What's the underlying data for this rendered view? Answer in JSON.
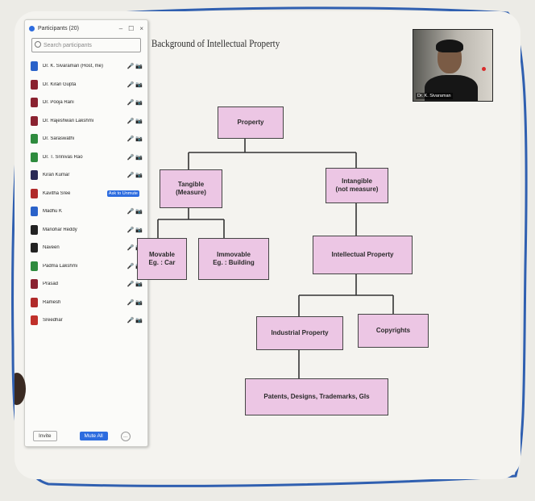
{
  "participants_panel": {
    "title": "Participants (20)",
    "search_placeholder": "Search participants",
    "rows": [
      {
        "name": "Dr. K. Sivaraman (Host, me)",
        "avatar_color": "#2a62c9",
        "icons": "🎤 📷"
      },
      {
        "name": "Dr. Kiran Gupta",
        "avatar_color": "#8a2230",
        "icons": "🎤 📷"
      },
      {
        "name": "Dr. Pooja Rani",
        "avatar_color": "#8a2230",
        "icons": "🎤 📷"
      },
      {
        "name": "Dr. Rajeshwari Lakshmi",
        "avatar_color": "#8a2230",
        "icons": "🎤 📷"
      },
      {
        "name": "Dr. Saraswathi",
        "avatar_color": "#2e8b3e",
        "icons": "🎤 📷"
      },
      {
        "name": "Dr. T. Srinivas Rao",
        "avatar_color": "#2e8b3e",
        "icons": "🎤 📷"
      },
      {
        "name": "Kiran Kumar",
        "avatar_color": "#2a2a55",
        "icons": "🎤 📷"
      },
      {
        "name": "Kavitha Sree",
        "avatar_color": "#b02a2a",
        "icons": "",
        "badge": "Ask to Unmute"
      },
      {
        "name": "Madhu K",
        "avatar_color": "#2a62c9",
        "icons": "🎤 📷"
      },
      {
        "name": "Manohar Reddy",
        "avatar_color": "#222222",
        "icons": "🎤 📷"
      },
      {
        "name": "Naveen",
        "avatar_color": "#222222",
        "icons": "🎤 📷"
      },
      {
        "name": "Padma Lakshmi",
        "avatar_color": "#2e8b3e",
        "icons": "🎤 📷"
      },
      {
        "name": "Prasad",
        "avatar_color": "#8a2230",
        "icons": "🎤 📷"
      },
      {
        "name": "Ramesh",
        "avatar_color": "#b02a2a",
        "icons": "🎤 📷"
      },
      {
        "name": "Sreedhar",
        "avatar_color": "#c0302a",
        "icons": "🎤 📷"
      }
    ],
    "footer": {
      "invite": "Invite",
      "mute_all": "Mute All",
      "more": "..."
    }
  },
  "slide": {
    "title": "Background of Intellectual Property",
    "nodes": {
      "property": "Property",
      "tangible": "Tangible\n(Measure)",
      "intangible": "Intangible\n(not measure)",
      "movable": "Movable\nEg. : Car",
      "immovable": "Immovable\nEg. : Building",
      "intellectual_property": "Intellectual Property",
      "industrial_property": "Industrial Property",
      "copyrights": "Copyrights",
      "patents": "Patents, Designs, Trademarks, GIs"
    },
    "node_color": "#ecc6e4"
  },
  "video": {
    "name": "Dr. K. Sivaraman"
  }
}
